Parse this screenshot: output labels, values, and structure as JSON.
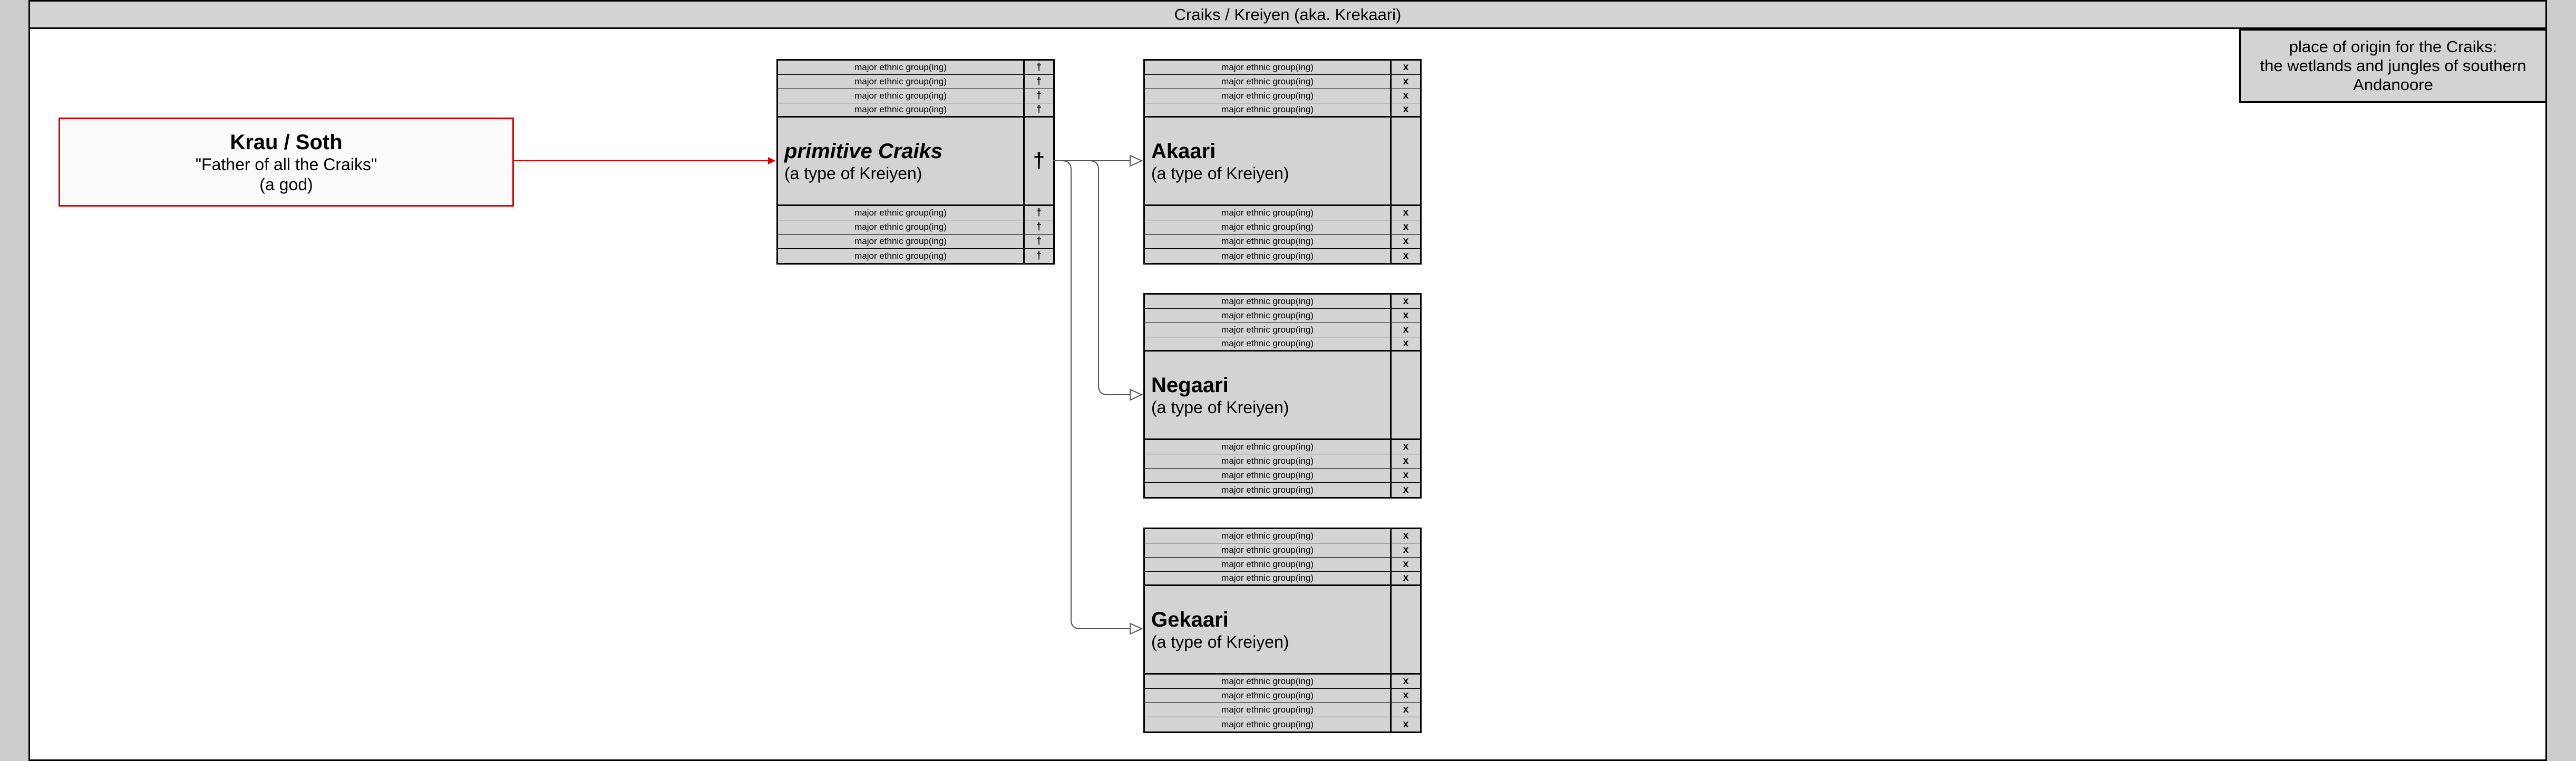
{
  "title": "Craiks / Kreiyen (aka. Krekaari)",
  "origin_note": {
    "line1": "place of origin for the Craiks:",
    "line2": "the wetlands and jungles of southern",
    "line3": "Andanoore"
  },
  "god": {
    "name": "Krau / Soth",
    "epithet": "\"Father of all the Craiks\"",
    "kind": "(a god)"
  },
  "colors": {
    "god_border": "#e00000",
    "arrow_red": "#e00000",
    "entity_fill": "#d3d3d3"
  },
  "entities": [
    {
      "id": "primitive-craiks",
      "name": "primitive Craiks",
      "type": "(a type of Kreiyen)",
      "mark": "†",
      "row_label": "major ethnic group(ing)",
      "row_mark": "†",
      "rows_top": [
        "major ethnic group(ing)",
        "major ethnic group(ing)",
        "major ethnic group(ing)",
        "major ethnic group(ing)"
      ],
      "rows_bottom": [
        "major ethnic group(ing)",
        "major ethnic group(ing)",
        "major ethnic group(ing)",
        "major ethnic group(ing)"
      ]
    },
    {
      "id": "akaari",
      "name": "Akaari",
      "type": "(a type of Kreiyen)",
      "mark": "",
      "row_label": "major ethnic group(ing)",
      "row_mark": "x",
      "rows_top": [
        "major ethnic group(ing)",
        "major ethnic group(ing)",
        "major ethnic group(ing)",
        "major ethnic group(ing)"
      ],
      "rows_bottom": [
        "major ethnic group(ing)",
        "major ethnic group(ing)",
        "major ethnic group(ing)",
        "major ethnic group(ing)"
      ]
    },
    {
      "id": "negaari",
      "name": "Negaari",
      "type": "(a type of Kreiyen)",
      "mark": "",
      "row_label": "major ethnic group(ing)",
      "row_mark": "x",
      "rows_top": [
        "major ethnic group(ing)",
        "major ethnic group(ing)",
        "major ethnic group(ing)",
        "major ethnic group(ing)"
      ],
      "rows_bottom": [
        "major ethnic group(ing)",
        "major ethnic group(ing)",
        "major ethnic group(ing)",
        "major ethnic group(ing)"
      ]
    },
    {
      "id": "gekaari",
      "name": "Gekaari",
      "type": "(a type of Kreiyen)",
      "mark": "",
      "row_label": "major ethnic group(ing)",
      "row_mark": "x",
      "rows_top": [
        "major ethnic group(ing)",
        "major ethnic group(ing)",
        "major ethnic group(ing)",
        "major ethnic group(ing)"
      ],
      "rows_bottom": [
        "major ethnic group(ing)",
        "major ethnic group(ing)",
        "major ethnic group(ing)",
        "major ethnic group(ing)"
      ]
    }
  ]
}
